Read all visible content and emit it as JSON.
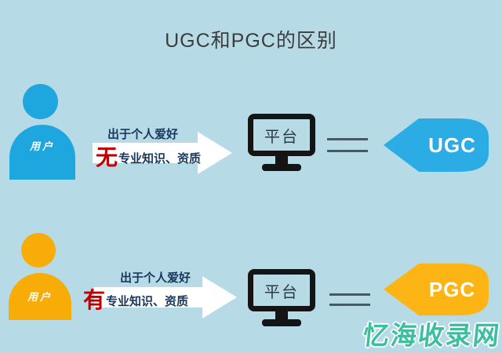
{
  "title": "UGC和PGC的区别",
  "watermark": "忆海收录网",
  "colors": {
    "background": "#B6DBE7",
    "title_text": "#3C3C3C",
    "navy_text": "#17375D",
    "red_emphasis": "#C00000",
    "arrow_white": "#FFFFFF",
    "monitor_black": "#141414",
    "platform_text": "#2B3A46",
    "equals_line": "#455A64",
    "ugc_person": "#1EA7DE",
    "ugc_tag": "#2BACE4",
    "pgc_person": "#F8AC07",
    "pgc_tag": "#FCB514",
    "watermark_teal": "#3EBEA0"
  },
  "rows": [
    {
      "person_label": "用户",
      "motivation_text": "出于个人爱好",
      "emphasis_char": "无",
      "qualification_text": "专业知识、资质",
      "platform_label": "平台",
      "tag_label": "UGC"
    },
    {
      "person_label": "用户",
      "motivation_text": "出于个人爱好",
      "emphasis_char": "有",
      "qualification_text": "专业知识、资质",
      "platform_label": "平台",
      "tag_label": "PGC"
    }
  ]
}
